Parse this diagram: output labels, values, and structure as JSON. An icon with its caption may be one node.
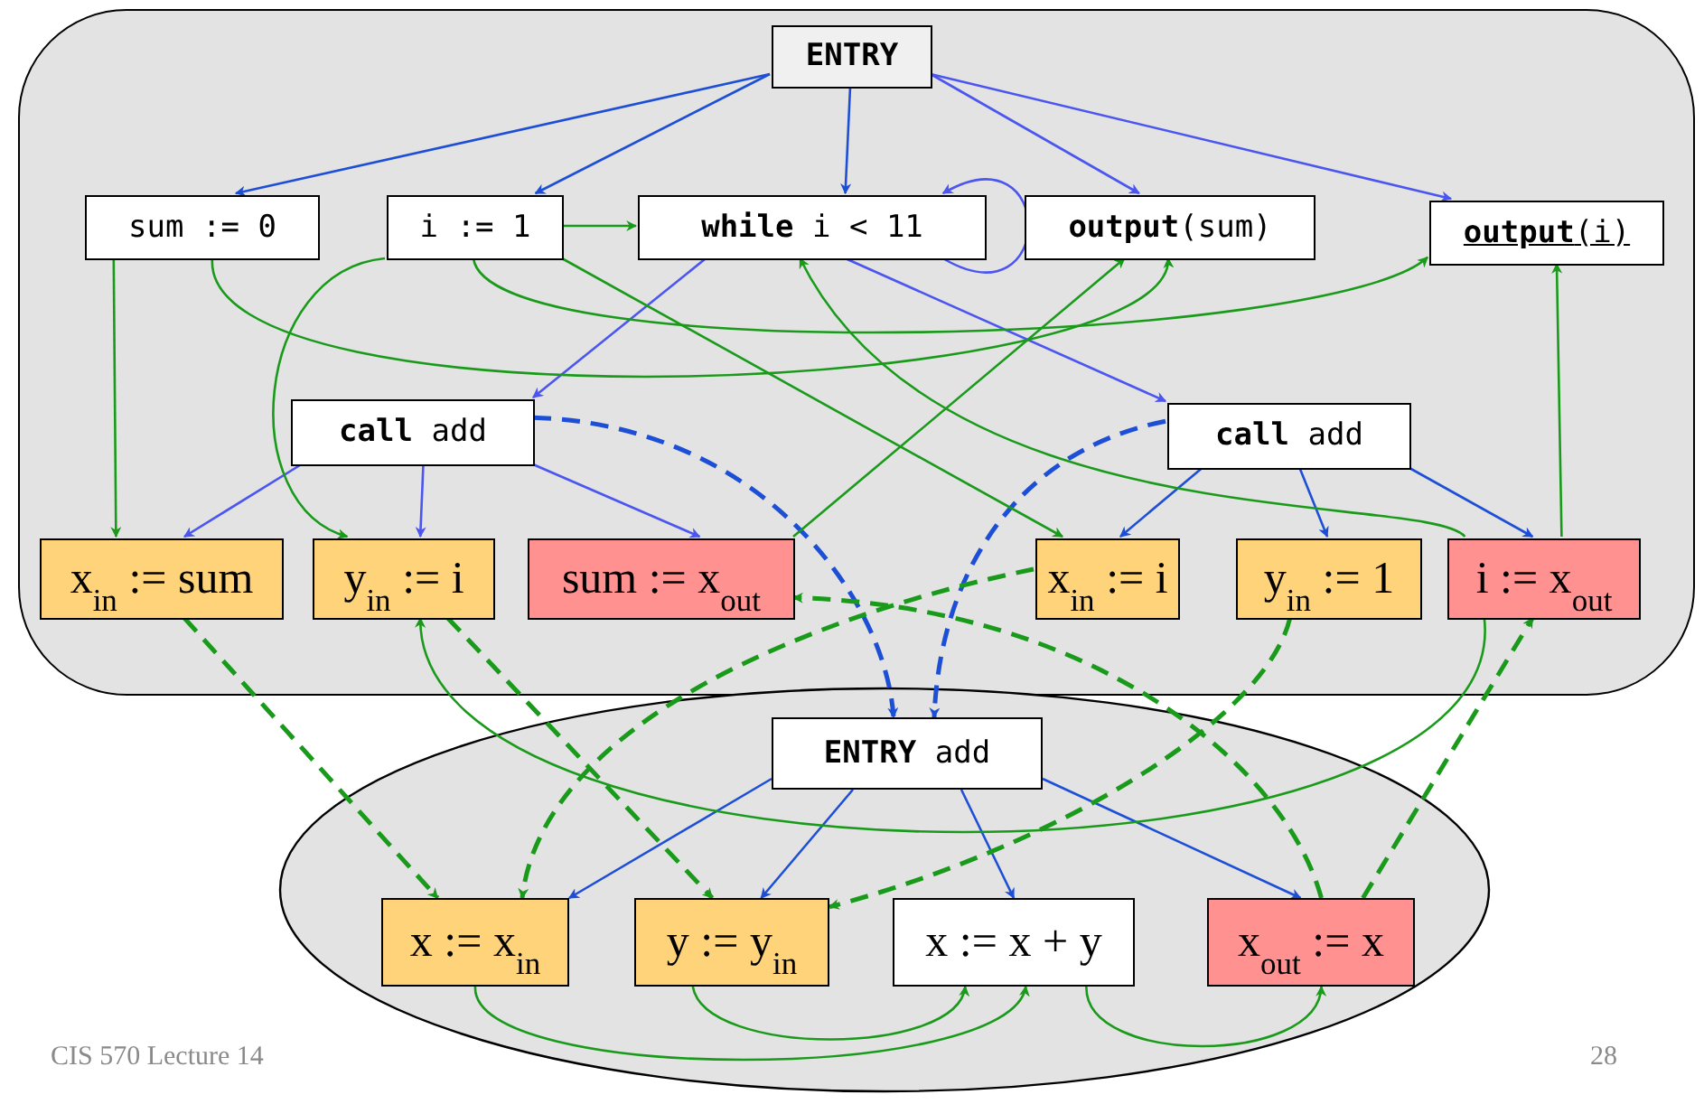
{
  "diagram": {
    "nodes": [
      {
        "text": [],
        "shape": "box"
      },
      {
        "text": [
          "ENTRY"
        ],
        "in": 0
      },
      {
        "text": [
          "sum := 0"
        ],
        "in": 0
      },
      {
        "text": [
          "i := 1"
        ],
        "in": 0
      },
      {
        "text": [
          "**while** i < 11"
        ],
        "in": 0
      },
      {
        "text": [
          "**output**(sum)"
        ],
        "in": 0
      },
      {
        "text": [
          "**output**(i)"
        ],
        "in": 0
      },
      {
        "text": [
          "**call** add"
        ],
        "in": 0
      },
      {
        "text": [
          "**call** add"
        ],
        "in": 0
      },
      {
        "text": [
          "x$_{in}$ := sum"
        ],
        "in": 0
      },
      {
        "text": [
          "y$_{in}$ := i"
        ],
        "in": 0
      },
      {
        "text": [
          "sum := x$_{out}$"
        ],
        "in": 0
      },
      {
        "text": [
          "x$_{in}$ := i"
        ],
        "in": 0
      },
      {
        "text": [
          "y$_{in}$ := 1"
        ],
        "in": 0
      },
      {
        "text": [
          "i := x$_{out}$"
        ],
        "in": 0
      },
      {
        "text": [],
        "shape": "ellipse"
      },
      {
        "text": [
          "**ENTRY** add"
        ],
        "in": 15
      },
      {
        "text": [
          "x := x$_{in}$"
        ],
        "in": 15
      },
      {
        "text": [
          "y := y$_{in}$"
        ],
        "in": 15
      },
      {
        "text": [
          "x := x + y"
        ],
        "in": 15
      },
      {
        "text": [
          "x$_{out}$ := x"
        ],
        "in": 15
      }
    ],
    "edges": [
      {
        "from": 1,
        "to": 2,
        "arrow": "to",
        "color": "#1d4fd6"
      },
      {
        "from": 1,
        "to": 3,
        "arrow": "to",
        "color": "#1d4fd6"
      },
      {
        "from": 1,
        "to": 4,
        "arrow": "to",
        "color": "#1d4fd6"
      },
      {
        "from": 1,
        "to": 5,
        "arrow": "to",
        "color": "#4b55f0"
      },
      {
        "from": 1,
        "to": 6,
        "arrow": "to",
        "color": "#4b55f0"
      },
      {
        "from": 4,
        "to": 4,
        "arrow": "to",
        "color": "#4b55f0"
      },
      {
        "from": 4,
        "to": 7,
        "arrow": "to",
        "color": "#4b55f0"
      },
      {
        "from": 4,
        "to": 8,
        "arrow": "to",
        "color": "#4b55f0"
      },
      {
        "from": 7,
        "to": 9,
        "arrow": "to",
        "color": "#4b55f0"
      },
      {
        "from": 7,
        "to": 10,
        "arrow": "to",
        "color": "#4b55f0"
      },
      {
        "from": 7,
        "to": 11,
        "arrow": "to",
        "color": "#4b55f0"
      },
      {
        "from": 8,
        "to": 12,
        "arrow": "to",
        "color": "#1d4fd6"
      },
      {
        "from": 8,
        "to": 13,
        "arrow": "to",
        "color": "#1d4fd6"
      },
      {
        "from": 8,
        "to": 14,
        "arrow": "to",
        "color": "#1d4fd6"
      },
      {
        "from": 7,
        "to": 16,
        "arrow": "to",
        "style": "dashed",
        "color": "#1d4fd6"
      },
      {
        "from": 8,
        "to": 16,
        "arrow": "to",
        "style": "dashed",
        "color": "#1d4fd6"
      },
      {
        "from": 16,
        "to": 17,
        "arrow": "to",
        "color": "#1d4fd6"
      },
      {
        "from": 16,
        "to": 18,
        "arrow": "to",
        "color": "#1d4fd6"
      },
      {
        "from": 16,
        "to": 19,
        "arrow": "to",
        "color": "#1d4fd6"
      },
      {
        "from": 16,
        "to": 20,
        "arrow": "to",
        "color": "#1d4fd6"
      },
      {
        "from": 3,
        "to": 4,
        "arrow": "to",
        "color": "#1a9a1a"
      },
      {
        "from": 2,
        "to": 9,
        "arrow": "to",
        "color": "#1a9a1a"
      },
      {
        "from": 2,
        "to": 5,
        "arrow": "to",
        "color": "#1a9a1a"
      },
      {
        "from": 3,
        "to": 6,
        "arrow": "to",
        "color": "#1a9a1a"
      },
      {
        "from": 3,
        "to": 10,
        "arrow": "to",
        "color": "#1a9a1a"
      },
      {
        "from": 3,
        "to": 12,
        "arrow": "to",
        "color": "#1a9a1a"
      },
      {
        "from": 11,
        "to": 5,
        "arrow": "to",
        "color": "#1a9a1a"
      },
      {
        "from": 14,
        "to": 6,
        "arrow": "to",
        "color": "#1a9a1a"
      },
      {
        "from": 14,
        "to": 4,
        "arrow": "to",
        "color": "#1a9a1a"
      },
      {
        "from": 14,
        "to": 10,
        "arrow": "to",
        "color": "#1a9a1a"
      },
      {
        "from": 9,
        "to": 17,
        "arrow": "to",
        "style": "dashed",
        "color": "#1a9a1a"
      },
      {
        "from": 10,
        "to": 18,
        "arrow": "to",
        "style": "dashed",
        "color": "#1a9a1a"
      },
      {
        "from": 12,
        "to": 17,
        "arrow": "to",
        "style": "dashed",
        "color": "#1a9a1a"
      },
      {
        "from": 13,
        "to": 18,
        "arrow": "to",
        "style": "dashed",
        "color": "#1a9a1a"
      },
      {
        "from": 20,
        "to": 11,
        "arrow": "to",
        "style": "dashed",
        "color": "#1a9a1a"
      },
      {
        "from": 20,
        "to": 14,
        "arrow": "to",
        "style": "dashed",
        "color": "#1a9a1a"
      },
      {
        "from": 17,
        "to": 19,
        "arrow": "to",
        "color": "#1a9a1a"
      },
      {
        "from": 18,
        "to": 19,
        "arrow": "to",
        "color": "#1a9a1a"
      },
      {
        "from": 19,
        "to": 20,
        "arrow": "to",
        "color": "#1a9a1a"
      }
    ],
    "labels": [
      "CIS 570 Lecture 14",
      "28"
    ]
  }
}
